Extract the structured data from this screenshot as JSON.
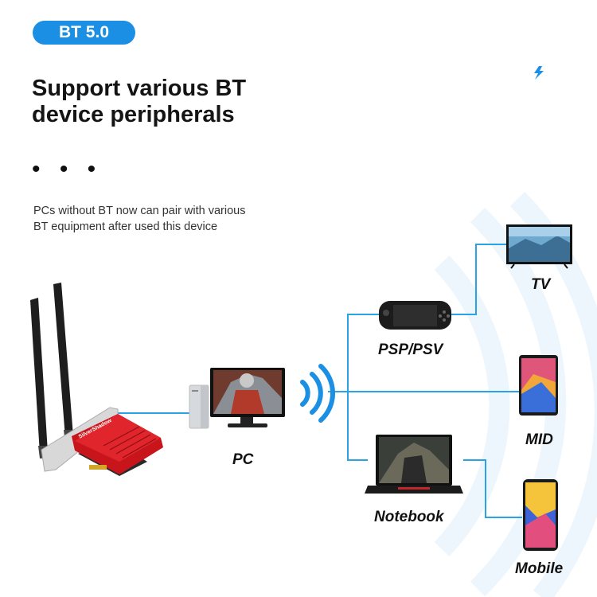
{
  "badge": "BT 5.0",
  "title": {
    "line1": "Support various BT",
    "line2": "device peripherals"
  },
  "dots": "• • •",
  "description": {
    "line1": "PCs without BT now can pair with various",
    "line2": "BT equipment after used this device"
  },
  "card_brand": "SilverShadow",
  "labels": {
    "pc": "PC",
    "tv": "TV",
    "psp": "PSP/PSV",
    "mid": "MID",
    "notebook": "Notebook",
    "mobile": "Mobile"
  },
  "colors": {
    "accent": "#1a8fe3",
    "line": "#29a3e6",
    "card": "#c8151b"
  },
  "icons": [
    "lightning-icon",
    "bluetooth-wave-icon"
  ]
}
